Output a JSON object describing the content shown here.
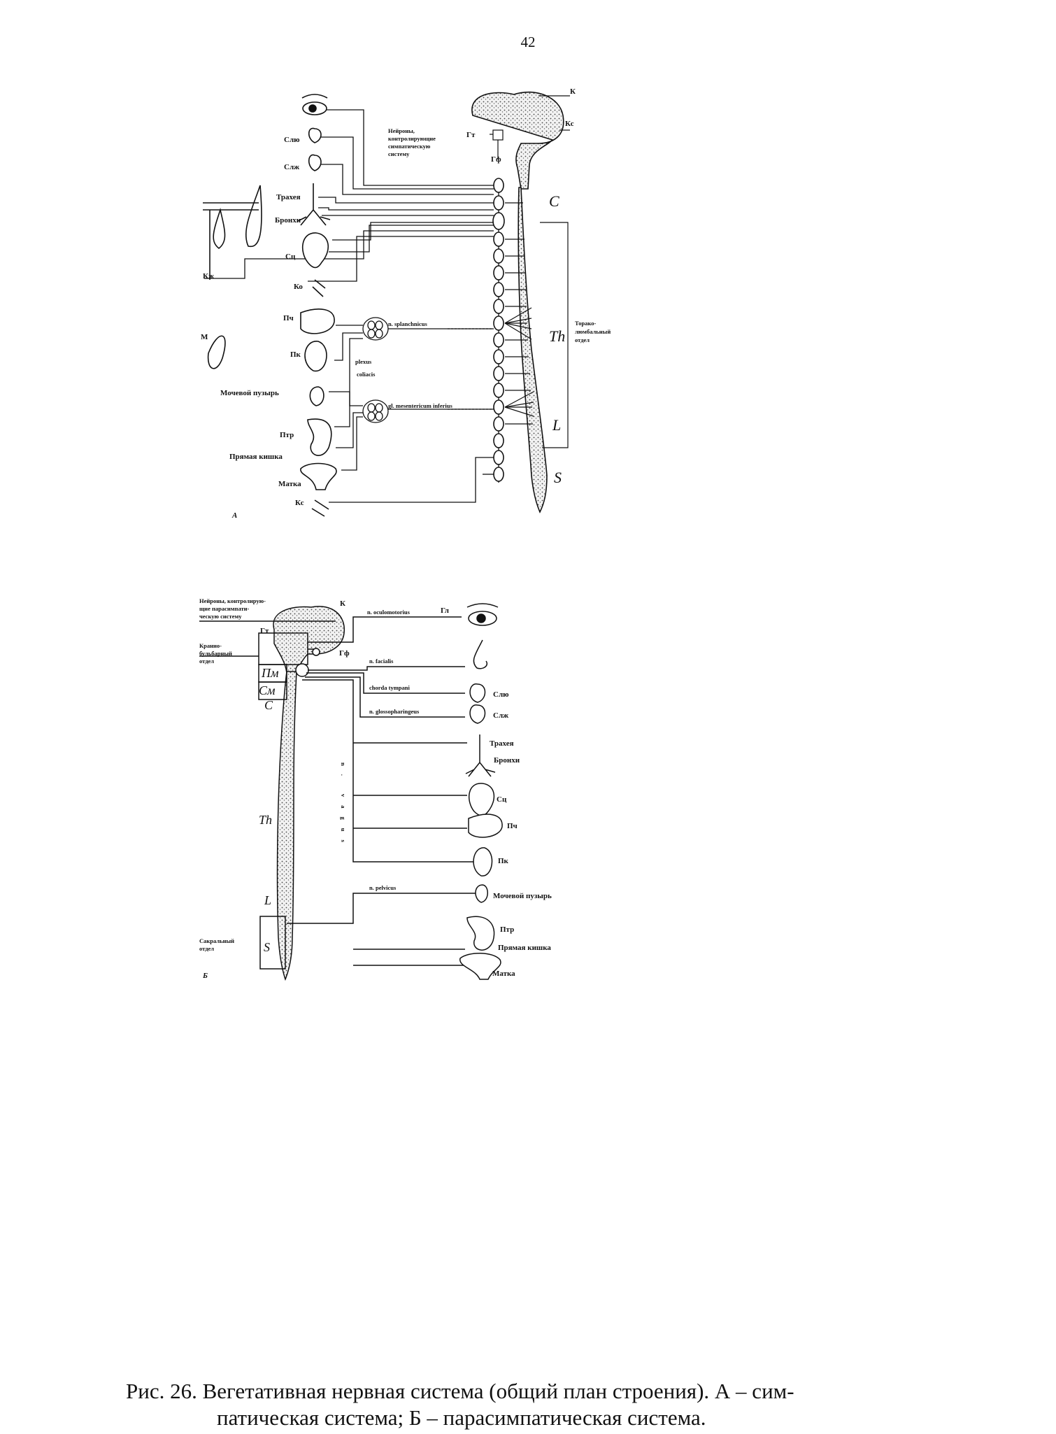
{
  "page_number": "42",
  "panel_a": {
    "letter": "А",
    "labels": {
      "K": "К",
      "Kc": "Кс",
      "Gt": "Гт",
      "Gf": "Гф",
      "neurons": [
        "Нейроны,",
        "контролирующие",
        "симпатическую",
        "систему"
      ],
      "slyu": "Слю",
      "slp": "Слж",
      "trachea": "Трахея",
      "bronchi": "Бронхи",
      "heart": "Сц",
      "kzh": "Кж",
      "ko": "Ко",
      "liver": "Пч",
      "kidney": "Пк",
      "m": "М",
      "bladder": "Мочевой пузырь",
      "intestine": "Птр",
      "rectum": "Прямая кишка",
      "uterus": "Матка",
      "kc2": "Кс",
      "splanchnic": "n. splanchnicus",
      "plexus1": "plexus",
      "plexus2": "coliacis",
      "mesenteric": "gl. mesentericum inferius",
      "C": "C",
      "Th": "Th",
      "L": "L",
      "S": "S",
      "section": [
        "Торако-",
        "люмбальный",
        "отдел"
      ]
    }
  },
  "panel_b": {
    "letter": "Б",
    "labels": {
      "neurons": [
        "Нейроны, контролирую-",
        "щие парасимпати-",
        "ческую систему"
      ],
      "K": "К",
      "Gt": "Гт",
      "Gf": "Гф",
      "bulbar": [
        "Кранио-",
        "бульбарный",
        "отдел"
      ],
      "Pm": "Пм",
      "Sm": "См",
      "C": "C",
      "Th": "Th",
      "L": "L",
      "S": "S",
      "sacral": [
        "Сакральный",
        "отдел"
      ],
      "oculomotor": "n. oculomotorius",
      "eye": "Гл",
      "facialis": "n. facialis",
      "chorda": "chorda tympani",
      "glosso": "n. glossopharingeus",
      "vagus": "n. vagus",
      "pelvicus": "n. pelvicus",
      "slyu": "Слю",
      "slp": "Слж",
      "trachea": "Трахея",
      "bronchi": "Бронхи",
      "heart": "Сц",
      "liver": "Пч",
      "kidney": "Пк",
      "bladder": "Мочевой пузырь",
      "intestine": "Птр",
      "rectum": "Прямая кишка",
      "uterus": "Матка"
    }
  },
  "caption": {
    "line1": "Рис. 26. Вегетативная нервная система (общий план строения). А – сим-",
    "line2": "патическая система; Б – парасимпатическая система."
  }
}
